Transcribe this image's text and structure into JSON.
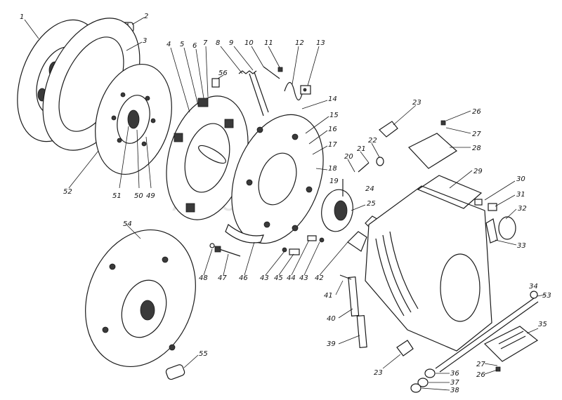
{
  "watermark": "AutoSoft",
  "labels": [
    "1",
    "2",
    "3",
    "4",
    "5",
    "6",
    "7",
    "8",
    "9",
    "10",
    "11",
    "12",
    "13",
    "14",
    "15",
    "16",
    "17",
    "18",
    "19",
    "20",
    "21",
    "22",
    "23",
    "24",
    "25",
    "26",
    "27",
    "28",
    "29",
    "30",
    "31",
    "32",
    "33",
    "34",
    "35",
    "36",
    "37",
    "38",
    "39",
    "40",
    "41",
    "42",
    "43",
    "44",
    "45",
    "46",
    "47",
    "48",
    "49",
    "50",
    "51",
    "52",
    "53",
    "54",
    "55",
    "56"
  ],
  "labels_extra": [
    "23",
    "26",
    "27",
    "43"
  ]
}
